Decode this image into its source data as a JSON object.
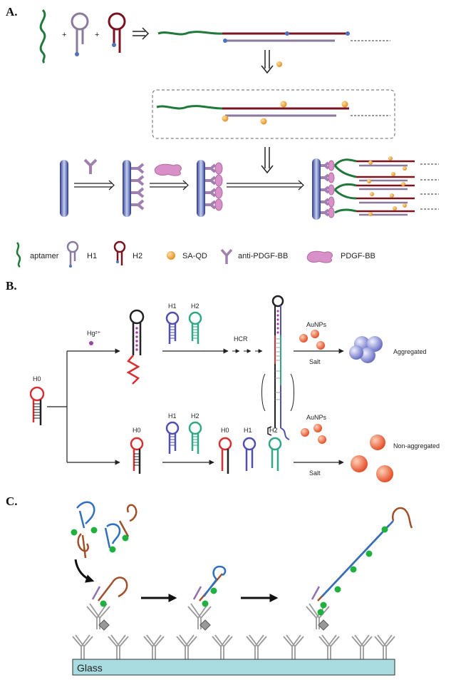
{
  "panels": {
    "a": {
      "label": "A.",
      "plus": "+",
      "legend": {
        "aptamer": "aptamer",
        "h1": "H1",
        "h2": "H2",
        "saqd": "SA-QD",
        "anti": "anti-PDGF-BB",
        "pdgf": "PDGF-BB"
      }
    },
    "b": {
      "label": "B.",
      "hg": "Hg²⁺",
      "h0": "H0",
      "h1": "H1",
      "h2": "H2",
      "hcr": "HCR",
      "aunps": "AuNPs",
      "salt": "Salt",
      "aggregated": "Aggregated",
      "non_aggregated": "Non-aggregated"
    },
    "c": {
      "label": "C.",
      "glass": "Glass"
    }
  },
  "colors": {
    "aptamer": "#1f7a3a",
    "h1": "#8a7a9e",
    "h2": "#7a1420",
    "saqd": "#f0a040",
    "antibody": "#a080b0",
    "pdgf": "#d890c8",
    "electrode": "#4a5aa8",
    "b_h0": "#d83030",
    "b_h1": "#5050b0",
    "b_h2": "#30a888",
    "b_stem": "#222222",
    "au_red": "#e86040",
    "au_blue": "#8890d0",
    "c_blue": "#3070c0",
    "c_brown": "#a05028",
    "c_green": "#20b040",
    "c_purple": "#9070b0",
    "glass": "#a8dce0"
  }
}
